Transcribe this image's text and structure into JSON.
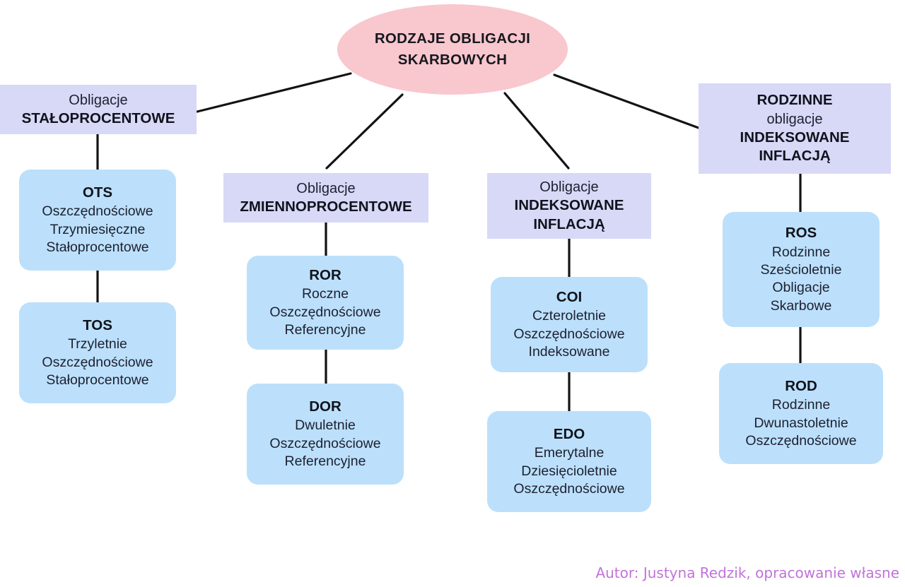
{
  "diagram": {
    "root": {
      "label": "RODZAJE OBLIGACJI\nSKARBOWYCH",
      "color": "#f9c7ce"
    },
    "category_color": "#d8d8f7",
    "leaf_color": "#bce0fb",
    "connector_color": "#000000",
    "branches": [
      {
        "id": "staloprocentowe",
        "header": {
          "line1": "Obligacje",
          "line2": "STAŁOPROCENTOWE"
        },
        "leaves": [
          {
            "code": "OTS",
            "lines": [
              "Oszczędnościowe",
              "Trzymiesięczne",
              "Stałoprocentowe"
            ]
          },
          {
            "code": "TOS",
            "lines": [
              "Trzyletnie",
              "Oszczędnościowe",
              "Stałoprocentowe"
            ]
          }
        ]
      },
      {
        "id": "zmiennoprocentowe",
        "header": {
          "line1": "Obligacje",
          "line2": "ZMIENNOPROCENTOWE"
        },
        "leaves": [
          {
            "code": "ROR",
            "lines": [
              "Roczne",
              "Oszczędnościowe",
              "Referencyjne"
            ]
          },
          {
            "code": "DOR",
            "lines": [
              "Dwuletnie",
              "Oszczędnościowe",
              "Referencyjne"
            ]
          }
        ]
      },
      {
        "id": "indeksowane-inflacja",
        "header": {
          "line1": "Obligacje",
          "line2": "INDEKSOWANE",
          "line3": "INFLACJĄ"
        },
        "leaves": [
          {
            "code": "COI",
            "lines": [
              "Czteroletnie",
              "Oszczędnościowe",
              "Indeksowane"
            ]
          },
          {
            "code": "EDO",
            "lines": [
              "Emerytalne",
              "Dziesięcioletnie",
              "Oszczędnościowe"
            ]
          }
        ]
      },
      {
        "id": "rodzinne",
        "header": {
          "line1": "RODZINNE",
          "line2": "obligacje",
          "line3": "INDEKSOWANE",
          "line4": "INFLACJĄ"
        },
        "leaves": [
          {
            "code": "ROS",
            "lines": [
              "Rodzinne",
              "Sześcioletnie",
              "Obligacje",
              "Skarbowe"
            ]
          },
          {
            "code": "ROD",
            "lines": [
              "Rodzinne",
              "Dwunastoletnie",
              "Oszczędnościowe"
            ]
          }
        ]
      }
    ]
  },
  "credit": {
    "text": "Autor: Justyna Redzik, opracowanie własne",
    "color": "#c173d8"
  }
}
